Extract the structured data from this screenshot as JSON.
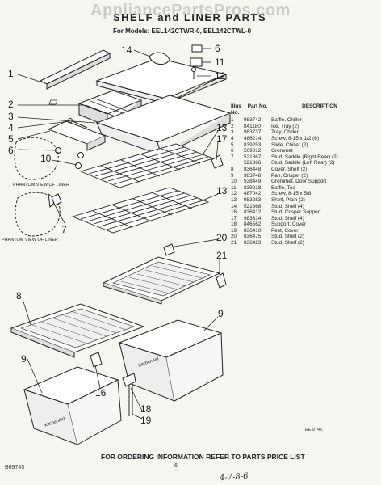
{
  "watermark": "AppliancePartsPros.com",
  "title": "SHELF and LINER PARTS",
  "models_line": "For Models: EEL142CTWR-0, EEL142CTWL-0",
  "diagram": {
    "callouts": [
      "1",
      "2",
      "3",
      "4",
      "5",
      "6",
      "10",
      "7",
      "14",
      "6",
      "11",
      "12",
      "13",
      "17",
      "13",
      "20",
      "21",
      "8",
      "9",
      "16",
      "18",
      "19"
    ],
    "note_left_1": "PHANTOM VIEW OF LINER",
    "note_left_2": "PHANTOM VIEW OF LINER",
    "fig_code": "EE 9745",
    "crisper_brand_1": "KitchenAid",
    "crisper_brand_2": "KitchenAid"
  },
  "parts_table": {
    "headers": [
      "Illus No.",
      "Part No.",
      "DESCRIPTION"
    ],
    "rows": [
      {
        "no": "1",
        "part": "983742",
        "desc": "Baffle, Chiller"
      },
      {
        "no": "2",
        "part": "841180",
        "desc": "Ice, Tray (2)"
      },
      {
        "no": "3",
        "part": "983737",
        "desc": "Tray, Chiller"
      },
      {
        "no": "4",
        "part": "486214",
        "desc": "Screw, 8-15 x 1/2 (6)"
      },
      {
        "no": "5",
        "part": "839253",
        "desc": "Slide, Chiller (2)"
      },
      {
        "no": "6",
        "part": "509812",
        "desc": "Grommet"
      },
      {
        "no": "7",
        "part": "521867",
        "desc": "Stud, Saddle (Right Rear) (2)"
      },
      {
        "no": "",
        "part": "521866",
        "desc": "Stud, Saddle (Left Rear) (2)"
      },
      {
        "no": "8",
        "part": "836448",
        "desc": "Cover, Shelf (2)"
      },
      {
        "no": "9",
        "part": "983748",
        "desc": "Pan, Crisper (2)"
      },
      {
        "no": "10",
        "part": "538449",
        "desc": "Grommet, Door Support"
      },
      {
        "no": "11",
        "part": "839218",
        "desc": "Baffle, Tea"
      },
      {
        "no": "12",
        "part": "487042",
        "desc": "Screw, 8-15 x 5/8"
      },
      {
        "no": "13",
        "part": "983283",
        "desc": "Shelf, Plain (2)"
      },
      {
        "no": "14",
        "part": "521868",
        "desc": "Stud, Shelf (4)"
      },
      {
        "no": "16",
        "part": "836412",
        "desc": "Stud, Crisper Support"
      },
      {
        "no": "17",
        "part": "983314",
        "desc": "Stud, Shelf (4)"
      },
      {
        "no": "18",
        "part": "846562",
        "desc": "Support, Cover"
      },
      {
        "no": "19",
        "part": "836410",
        "desc": "Pest, Cover"
      },
      {
        "no": "20",
        "part": "836475",
        "desc": "Stud, Shelf (2)"
      },
      {
        "no": "21",
        "part": "836423",
        "desc": "Stud, Shelf (2)"
      }
    ]
  },
  "footer": "FOR ORDERING INFORMATION REFER TO PARTS PRICE LIST",
  "doc_code": "B69745",
  "page_number": "6",
  "handwritten": "4-7-8-6"
}
